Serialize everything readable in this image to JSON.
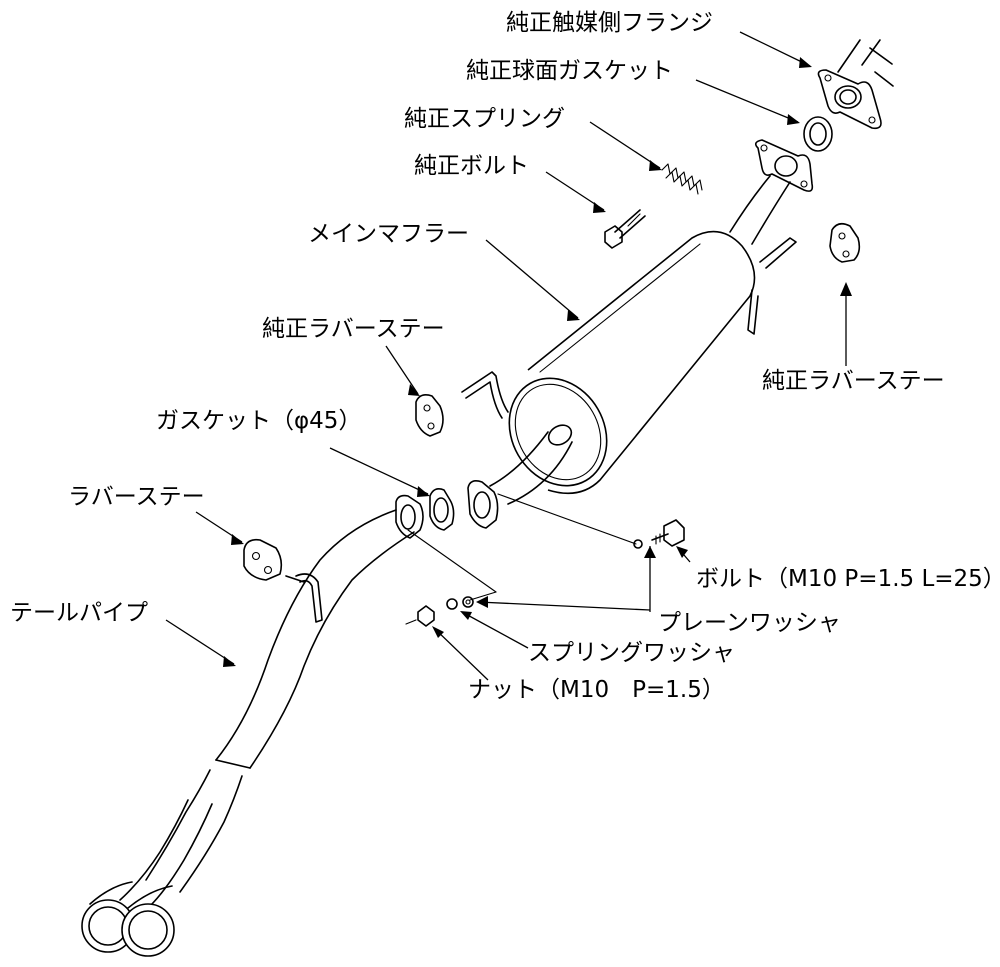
{
  "diagram": {
    "labels": {
      "oem_flange": "純正触媒側フランジ",
      "oem_spherical_gasket": "純正球面ガスケット",
      "oem_spring": "純正スプリング",
      "oem_bolt": "純正ボルト",
      "main_muffler": "メインマフラー",
      "oem_rubber_stay_left": "純正ラバーステー",
      "oem_rubber_stay_right": "純正ラバーステー",
      "gasket": "ガスケット（φ45）",
      "rubber_stay": "ラバーステー",
      "tail_pipe": "テールパイプ",
      "bolt": "ボルト（M10 P=1.5 L=25）",
      "plain_washer": "プレーンワッシャ",
      "spring_washer": "スプリングワッシャ",
      "nut": "ナット（M10　P=1.5）"
    }
  }
}
